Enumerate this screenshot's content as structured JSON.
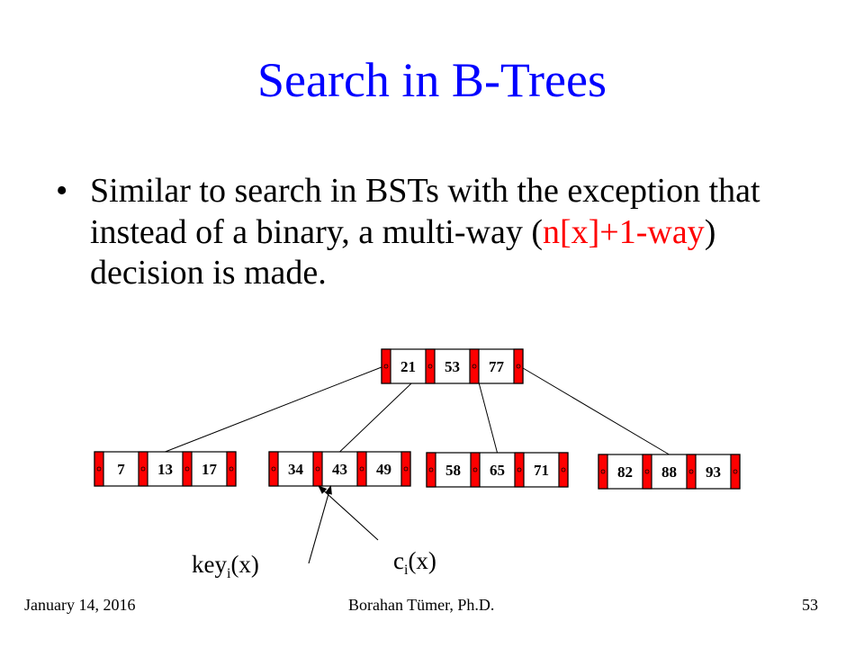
{
  "slide": {
    "title": "Search in B-Trees",
    "bullet": {
      "marker": "•",
      "text_before": "Similar to search in BSTs with the exception that instead of a binary, a multi-way (",
      "highlight": "n[x]+1-way",
      "text_after": ") decision is made."
    },
    "footer": {
      "date": "January 14, 2016",
      "author": "Borahan Tümer, Ph.D.",
      "page": "53"
    },
    "colors": {
      "title": "#0000ff",
      "highlight": "#ff0000",
      "pointer_cell": "#ff0000"
    }
  },
  "tree": {
    "root": {
      "keys": [
        "21",
        "53",
        "77"
      ]
    },
    "children": [
      {
        "keys": [
          "7",
          "13",
          "17"
        ]
      },
      {
        "keys": [
          "34",
          "43",
          "49"
        ]
      },
      {
        "keys": [
          "58",
          "65",
          "71"
        ]
      },
      {
        "keys": [
          "82",
          "88",
          "93"
        ]
      }
    ],
    "labels": {
      "key": {
        "main": "key",
        "sub": "i",
        "suffix": "(x)"
      },
      "child": {
        "main": "c",
        "sub": "i",
        "suffix": "(x)"
      }
    }
  }
}
